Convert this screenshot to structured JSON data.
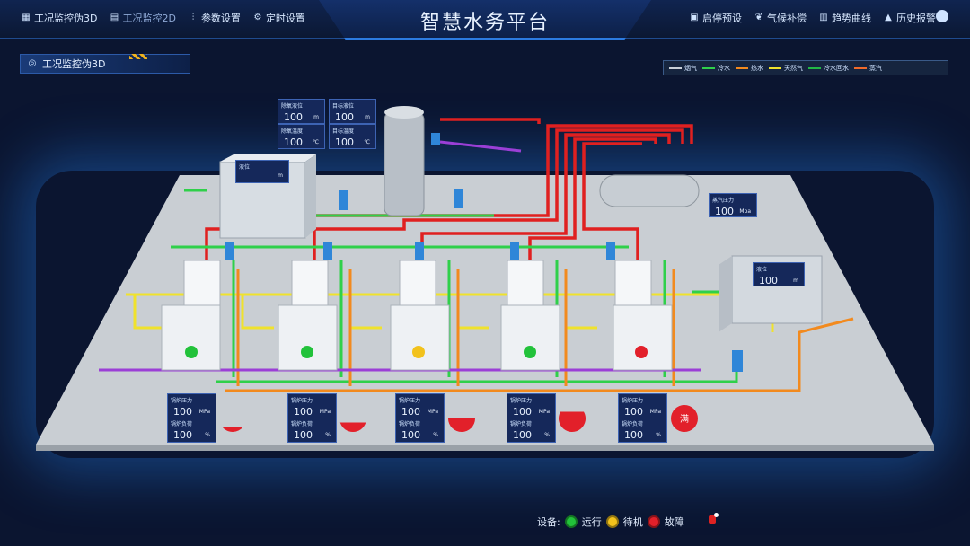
{
  "header": {
    "title": "智慧水务平台",
    "nav_left": [
      {
        "label": "工况监控伪3D",
        "icon": "grid-icon",
        "active": true
      },
      {
        "label": "工况监控2D",
        "icon": "monitor-icon",
        "active": false
      },
      {
        "label": "参数设置",
        "icon": "sliders-icon",
        "active": true
      },
      {
        "label": "定时设置",
        "icon": "gear-icon",
        "active": true
      }
    ],
    "nav_right": [
      {
        "label": "启停预设",
        "icon": "printer-icon"
      },
      {
        "label": "气候补偿",
        "icon": "leaf-icon"
      },
      {
        "label": "趋势曲线",
        "icon": "bar-chart-icon"
      },
      {
        "label": "历史报警",
        "icon": "bell-icon"
      }
    ],
    "user_icon": "user-icon"
  },
  "panel": {
    "tab_label": "工况监控伪3D"
  },
  "legend": [
    {
      "label": "烟气",
      "color": "#c8cfd8"
    },
    {
      "label": "冷水",
      "color": "#2fd04a"
    },
    {
      "label": "热水",
      "color": "#f28a1e"
    },
    {
      "label": "天然气",
      "color": "#f0e22c"
    },
    {
      "label": "冷水回水",
      "color": "#22b845"
    },
    {
      "label": "蒸汽",
      "color": "#f06a2a"
    }
  ],
  "deaerator": {
    "level_label": "除氧液位",
    "level_value": "100",
    "level_unit": "m",
    "target_level_label": "目标液位",
    "target_level_value": "100",
    "target_level_unit": "m",
    "temp_label": "除氧温度",
    "temp_value": "100",
    "temp_unit": "℃",
    "target_temp_label": "目标温度",
    "target_temp_value": "100",
    "target_temp_unit": "℃"
  },
  "left_tank": {
    "label": "液位",
    "value": "",
    "unit": "m"
  },
  "right_tank": {
    "label": "液位",
    "value": "100",
    "unit": "m"
  },
  "steam_header": {
    "label": "蒸汽压力",
    "value": "100",
    "unit": "Mpa"
  },
  "boilers": [
    {
      "status": "running",
      "pressure_label": "锅炉压力",
      "pressure_value": "100",
      "pressure_unit": "MPa",
      "load_label": "锅炉负荷",
      "load_value": "100",
      "load_unit": "%",
      "gauge_fill": 0.2,
      "gauge_text": ""
    },
    {
      "status": "running",
      "pressure_label": "锅炉压力",
      "pressure_value": "100",
      "pressure_unit": "MPa",
      "load_label": "锅炉负荷",
      "load_value": "100",
      "load_unit": "%",
      "gauge_fill": 0.35,
      "gauge_text": ""
    },
    {
      "status": "standby",
      "pressure_label": "锅炉压力",
      "pressure_value": "100",
      "pressure_unit": "MPa",
      "load_label": "锅炉负荷",
      "load_value": "100",
      "load_unit": "%",
      "gauge_fill": 0.5,
      "gauge_text": ""
    },
    {
      "status": "running",
      "pressure_label": "锅炉压力",
      "pressure_value": "100",
      "pressure_unit": "MPa",
      "load_label": "锅炉负荷",
      "load_value": "100",
      "load_unit": "%",
      "gauge_fill": 0.75,
      "gauge_text": ""
    },
    {
      "status": "fault",
      "pressure_label": "锅炉压力",
      "pressure_value": "100",
      "pressure_unit": "MPa",
      "load_label": "锅炉负荷",
      "load_value": "100",
      "load_unit": "%",
      "gauge_fill": 1.0,
      "gauge_text": "满"
    }
  ],
  "status_legend": {
    "prefix": "设备:",
    "items": [
      {
        "label": "运行",
        "color": "#22c23a"
      },
      {
        "label": "待机",
        "color": "#f2c21c"
      },
      {
        "label": "故障",
        "color": "#e2202a"
      }
    ],
    "alarm_icon": "alarm-light-icon"
  },
  "colors": {
    "running": "#22c23a",
    "standby": "#f2c21c",
    "fault": "#e2202a",
    "steam": "#e02020",
    "cold": "#2fd04a",
    "hot": "#f28a1e",
    "gas": "#f0e22c",
    "flue": "#9b3fd6"
  }
}
